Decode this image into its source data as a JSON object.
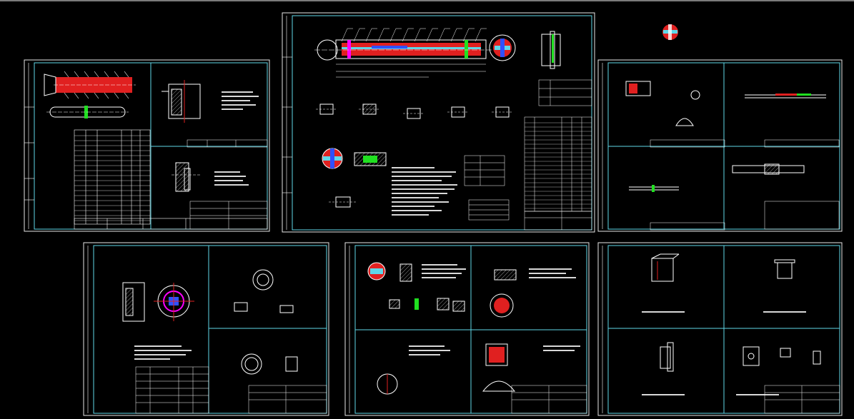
{
  "colors": {
    "background": "#000000",
    "sheet_border": "#e8e8e8",
    "frame": "#5fd7e8",
    "line": "#ffffff",
    "fill_red": "#e02020",
    "fill_green": "#20e020",
    "fill_magenta": "#ff00ff",
    "fill_blue": "#3050ff",
    "label": "#d8d8d8"
  },
  "drawing_sheets": [
    {
      "name": "sheet-left-top",
      "kind": "detail-sheet"
    },
    {
      "name": "sheet-center-assembly",
      "kind": "assembly-sheet"
    },
    {
      "name": "sheet-right-top",
      "kind": "four-panel-sheet"
    },
    {
      "name": "sheet-left-bottom",
      "kind": "two-panel-sheet"
    },
    {
      "name": "sheet-center-bottom",
      "kind": "four-panel-sheet"
    },
    {
      "name": "sheet-right-bottom",
      "kind": "four-panel-sheet"
    }
  ]
}
